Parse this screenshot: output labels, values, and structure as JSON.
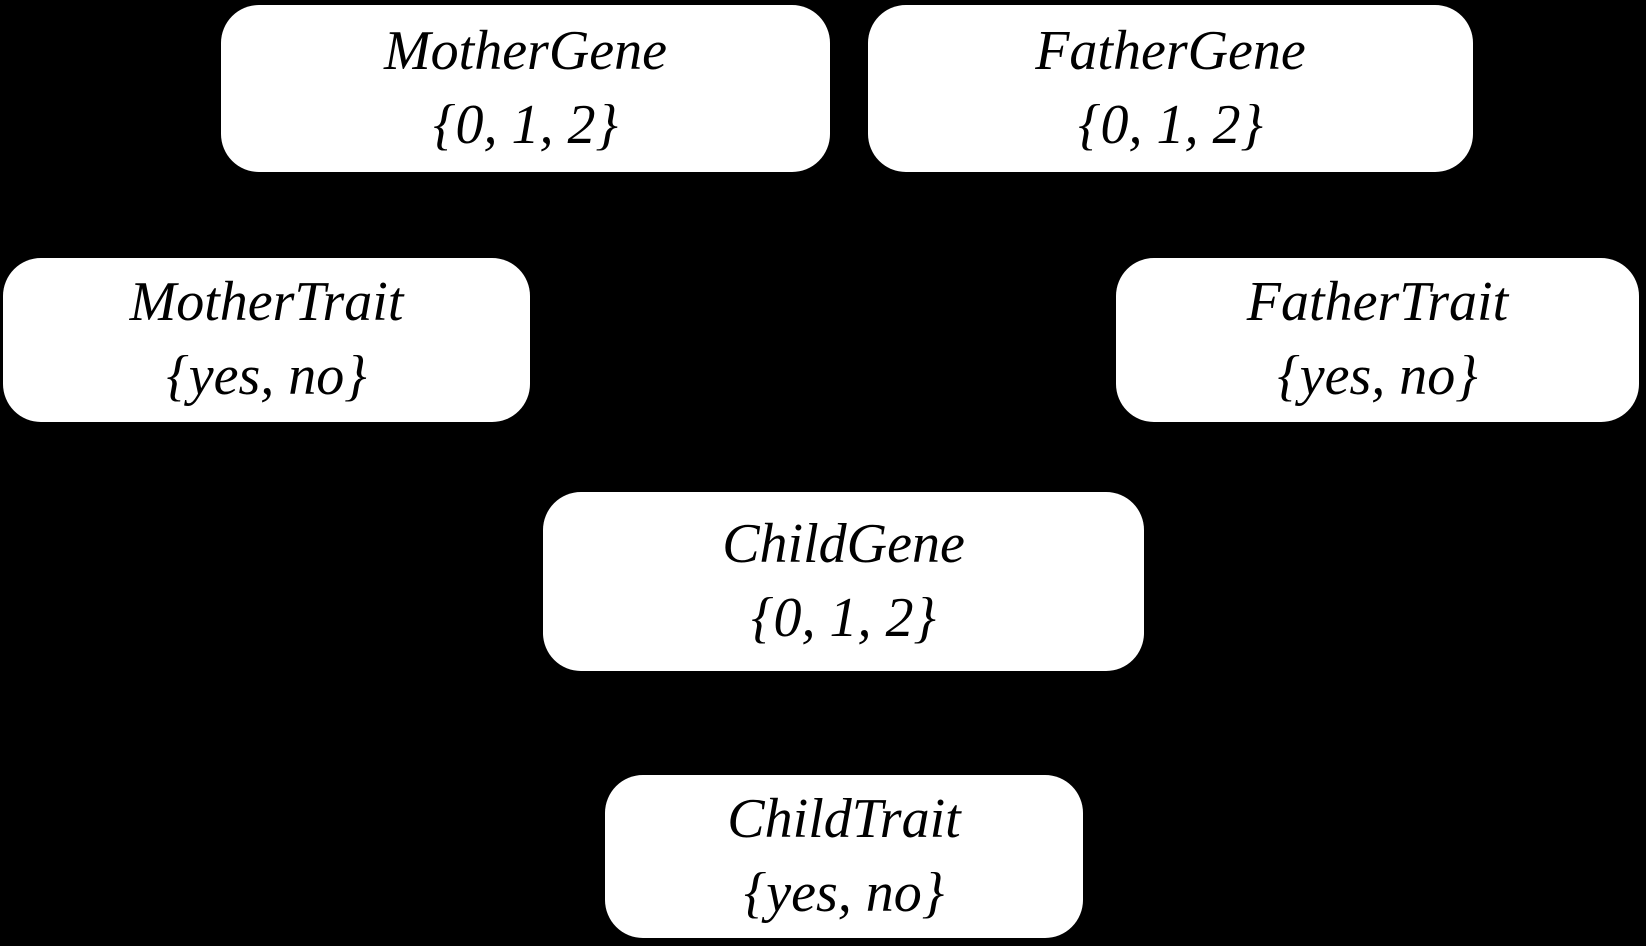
{
  "diagram": {
    "kind": "bayesian-network-diagram",
    "background_color": "#000000",
    "node_fill_color": "#ffffff",
    "node_text_color": "#000000"
  },
  "nodes": [
    {
      "id": "mother-gene",
      "label": "MotherGene",
      "domain": "{0, 1, 2}"
    },
    {
      "id": "father-gene",
      "label": "FatherGene",
      "domain": "{0, 1, 2}"
    },
    {
      "id": "mother-trait",
      "label": "MotherTrait",
      "domain": "{yes, no}"
    },
    {
      "id": "father-trait",
      "label": "FatherTrait",
      "domain": "{yes, no}"
    },
    {
      "id": "child-gene",
      "label": "ChildGene",
      "domain": "{0, 1, 2}"
    },
    {
      "id": "child-trait",
      "label": "ChildTrait",
      "domain": "{yes, no}"
    }
  ]
}
